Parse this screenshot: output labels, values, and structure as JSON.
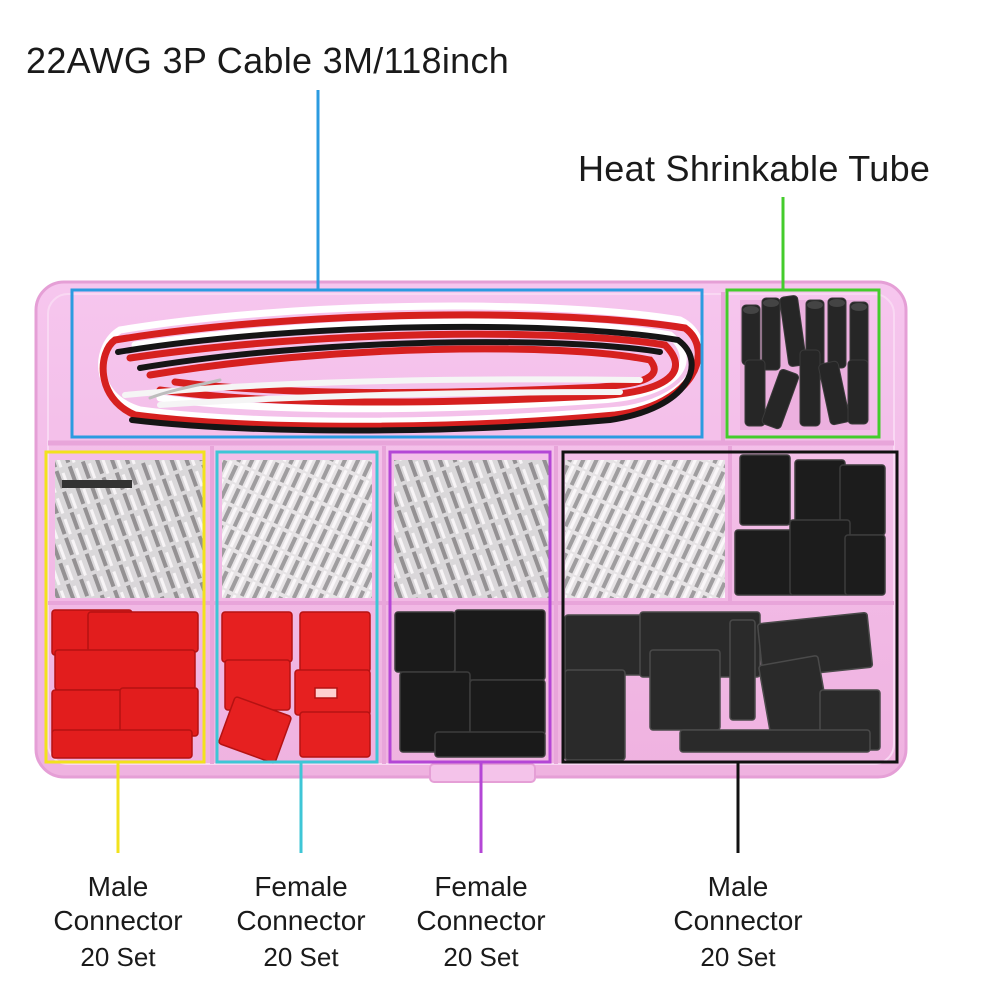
{
  "labels": {
    "cable": "22AWG 3P Cable 3M/118inch",
    "tube": "Heat Shrinkable Tube"
  },
  "captions": [
    {
      "line1": "Male",
      "line2": "Connector",
      "count": "20 Set"
    },
    {
      "line1": "Female",
      "line2": "Connector",
      "count": "20 Set"
    },
    {
      "line1": "Female",
      "line2": "Connector",
      "count": "20 Set"
    },
    {
      "line1": "Male",
      "line2": "Connector",
      "count": "20 Set"
    }
  ],
  "colors": {
    "cable_box": "#2b9be0",
    "tube_box": "#44cc2c",
    "male_red_box": "#f2e21c",
    "female_red_box": "#3ec6d6",
    "female_black_box": "#b446d6",
    "male_black_box": "#111111",
    "case": "#f3b9e6"
  }
}
